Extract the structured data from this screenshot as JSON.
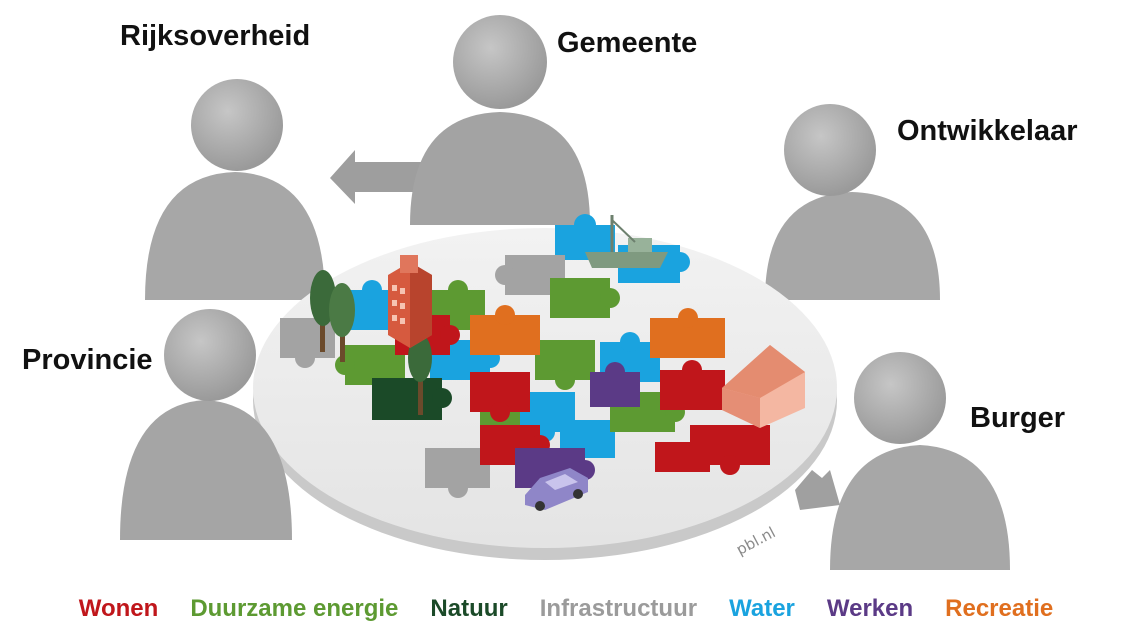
{
  "actors": {
    "rijksoverheid": "Rijksoverheid",
    "gemeente": "Gemeente",
    "ontwikkelaar": "Ontwikkelaar",
    "provincie": "Provincie",
    "burger": "Burger"
  },
  "credit": "pbl.nl",
  "legend": [
    {
      "label": "Wonen",
      "color": "#c0161b"
    },
    {
      "label": "Duurzame energie",
      "color": "#5d9a32"
    },
    {
      "label": "Natuur",
      "color": "#1b4a28"
    },
    {
      "label": "Infrastructuur",
      "color": "#9b9b9b"
    },
    {
      "label": "Water",
      "color": "#1aa3df"
    },
    {
      "label": "Werken",
      "color": "#5b3a86"
    },
    {
      "label": "Recreatie",
      "color": "#e06f1f"
    }
  ],
  "person_color": "#a9a9a9"
}
